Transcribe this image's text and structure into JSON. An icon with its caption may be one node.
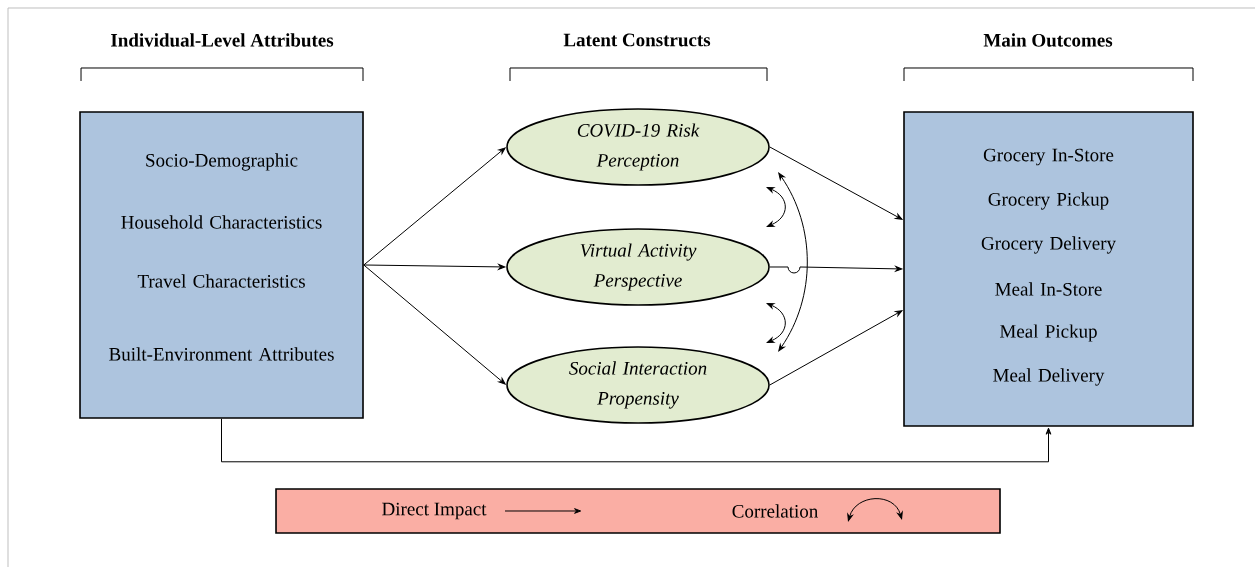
{
  "diagram": {
    "nodes": [
      {
        "text": [
          "Socio-Demographic",
          "Household Characteristics",
          "Travel Characteristics",
          "Built-Environment Attributes"
        ]
      },
      {
        "text": [
          "COVID-19 Risk Perception"
        ]
      },
      {
        "text": [
          "Virtual Activity Perspective"
        ]
      },
      {
        "text": [
          "Social Interaction Propensity"
        ]
      },
      {
        "text": [
          "Grocery In-Store",
          "Grocery Pickup",
          "Grocery Delivery",
          "Meal In-Store",
          "Meal Pickup",
          "Meal Delivery"
        ]
      }
    ],
    "edges": [
      {
        "from": 0,
        "to": 1,
        "arrow": "to"
      },
      {
        "from": 0,
        "to": 2,
        "arrow": "to"
      },
      {
        "from": 0,
        "to": 3,
        "arrow": "to"
      },
      {
        "from": 1,
        "to": 4,
        "arrow": "to"
      },
      {
        "from": 2,
        "to": 4,
        "arrow": "to"
      },
      {
        "from": 3,
        "to": 4,
        "arrow": "to"
      },
      {
        "from": 0,
        "to": 4,
        "arrow": "to"
      },
      {
        "from": 1,
        "to": 2,
        "arrow": "both"
      },
      {
        "from": 2,
        "to": 3,
        "arrow": "both"
      },
      {
        "from": 1,
        "to": 3,
        "arrow": "both"
      }
    ],
    "labels": [
      "Individual-Level Attributes",
      "Latent Constructs",
      "Main Outcomes"
    ],
    "legend": [
      {
        "text": "Direct Impact"
      },
      {
        "text": "Correlation"
      }
    ]
  }
}
